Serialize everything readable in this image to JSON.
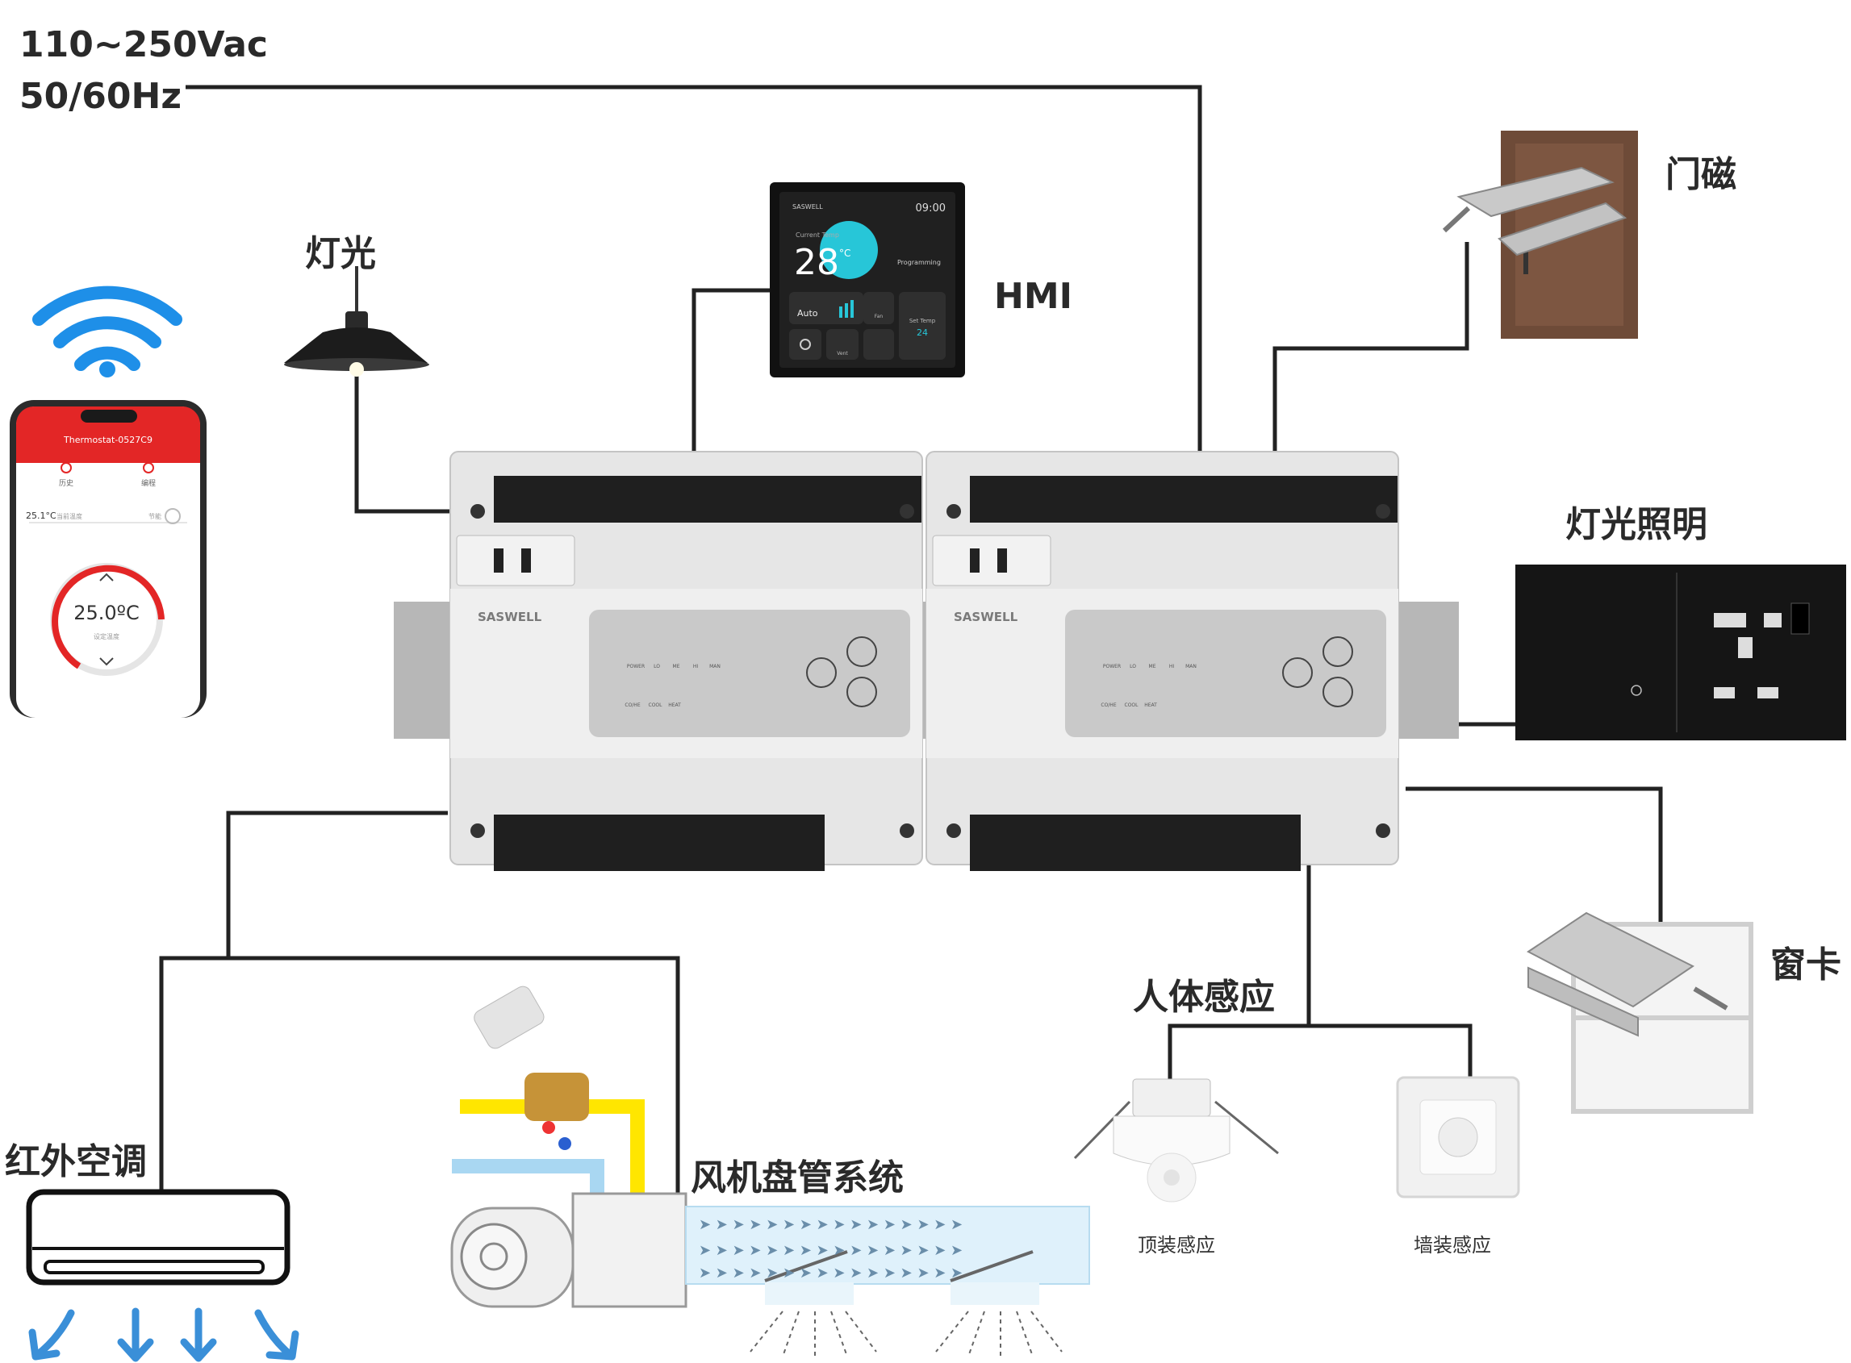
{
  "labels": {
    "power_line1": "110~250Vac",
    "power_line2": "50/60Hz",
    "light": "灯光",
    "hmi": "HMI",
    "door_sensor": "门磁",
    "lighting": "灯光照明",
    "window_card": "窗卡",
    "human_sensing": "人体感应",
    "ceiling_sensor": "顶装感应",
    "wall_sensor": "墙装感应",
    "ir_ac": "红外空调",
    "fan_coil": "风机盘管系统"
  },
  "hmi_screen": {
    "brand": "SASWELL",
    "time": "09:00",
    "current_label": "Current Temp",
    "temp": "28",
    "unit": "°C",
    "programming": "Programming",
    "mode": "Auto",
    "fan": "Fan",
    "set_label": "Set Temp",
    "set_value": "24",
    "vent": "Vent"
  },
  "phone": {
    "title": "Thermostat-0527C9",
    "tab1": "历史",
    "tab2": "编程",
    "room_temp": "25.1°C",
    "room_label": "当前温度",
    "eco": "节能",
    "set_temp": "25.0ºC",
    "set_label": "设定温度"
  },
  "controller": {
    "brand": "SASWELL",
    "leds_row1": [
      "POWER",
      "LO",
      "ME",
      "HI",
      "MAN"
    ],
    "leds_row2": [
      "CO/HE",
      "COOL",
      "HEAT"
    ]
  },
  "colors": {
    "wifi": "#1e8fe8",
    "phone_red": "#e32626",
    "wire": "#222222",
    "hmi_accent": "#27c6d8",
    "yellow_pipe": "#ffe600",
    "blue_pipe": "#a9d7f2",
    "airflow": "#3a8fd8"
  }
}
